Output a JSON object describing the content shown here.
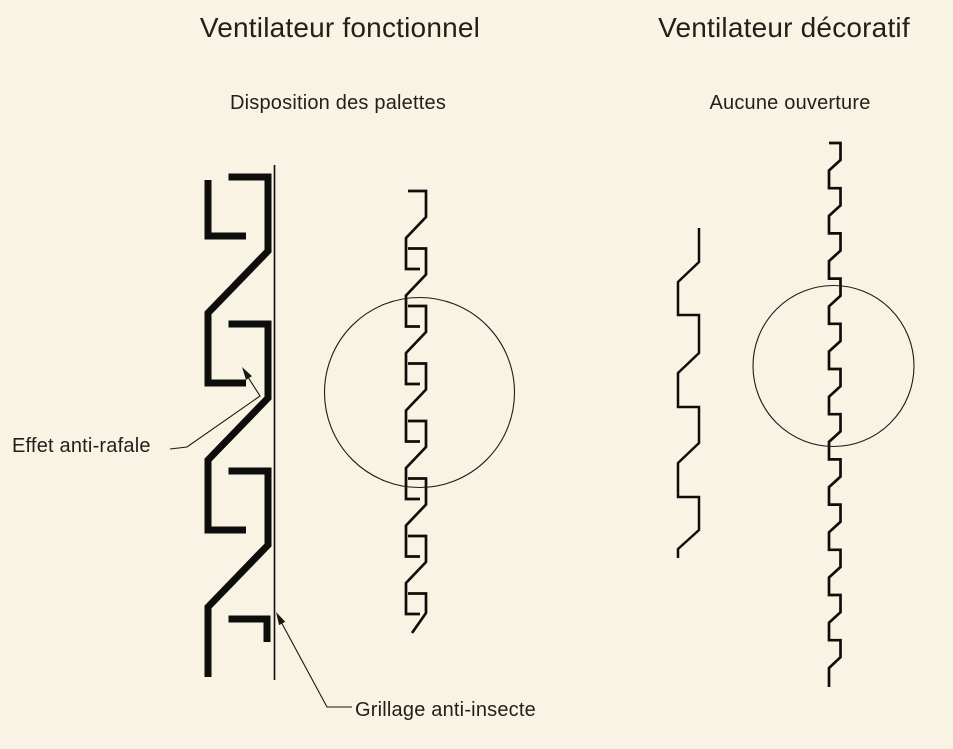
{
  "colors": {
    "background": "#f9f3e3",
    "line": "#0d0d0c",
    "text": "#201f19"
  },
  "functional_figure": {
    "title": "Ventilateur fonctionnel",
    "subtitle": "Disposition des palettes",
    "anti_gust_label": "Effet anti-rafale",
    "mesh_label": "Grillage anti-insecte"
  },
  "decorative_figure": {
    "title": "Ventilateur décoratif",
    "subtitle": "Aucune ouverture"
  }
}
